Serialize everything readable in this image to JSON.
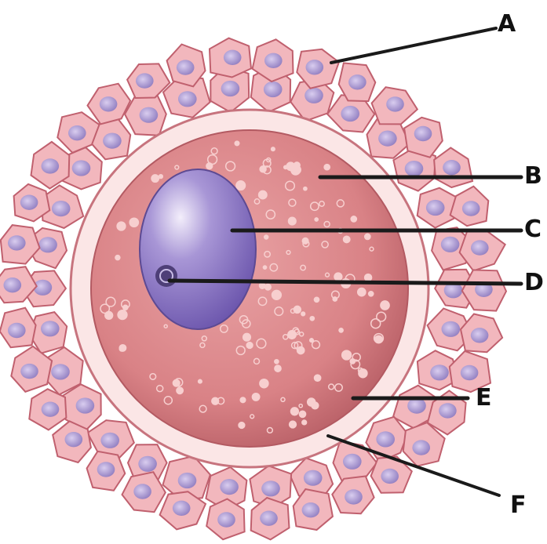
{
  "diagram": {
    "labels": {
      "a": "A",
      "b": "B",
      "c": "C",
      "d": "D",
      "e": "E",
      "f": "F"
    }
  },
  "colors": {
    "background": "#ffffff",
    "follicle_cell_fill": "#f2b7bd",
    "follicle_cell_stroke": "#c0606e",
    "follicle_nucleus": "#9a86c6",
    "zona_pellucida": "#fbe6e6",
    "cytoplasm": "#d98286",
    "vesicle": "#f7cfcf",
    "nucleus": "#8a72c4",
    "nucleolus": "#4e3f78",
    "leader_line": "#1a1a1a"
  }
}
